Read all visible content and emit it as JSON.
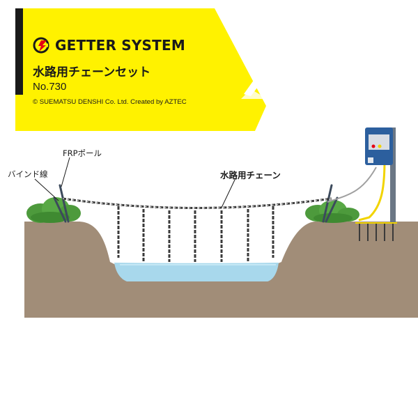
{
  "header": {
    "brand_name": "GETTER SYSTEM",
    "product_title": "水路用チェーンセット",
    "product_number": "No.730",
    "copyright": "© SUEMATSU DENSHI Co. Ltd. Created by AZTEC"
  },
  "diagram": {
    "labels": {
      "frp_pole": "FRPポール",
      "bind_wire": "バインド線",
      "waterway_chain": "水路用チェーン"
    }
  },
  "colors": {
    "banner_yellow": "#fff200",
    "banner_black": "#1a1a1a",
    "logo_red": "#e60012",
    "soil": "#a18d78",
    "water": "#a8d8ec",
    "grass": "#4d9a3c",
    "fence_box": "#2c5f9e",
    "cable_yellow": "#f2d400",
    "chain": "#3a3a3a"
  },
  "icons": [
    "getter-logo-icon",
    "energizer-icon"
  ]
}
